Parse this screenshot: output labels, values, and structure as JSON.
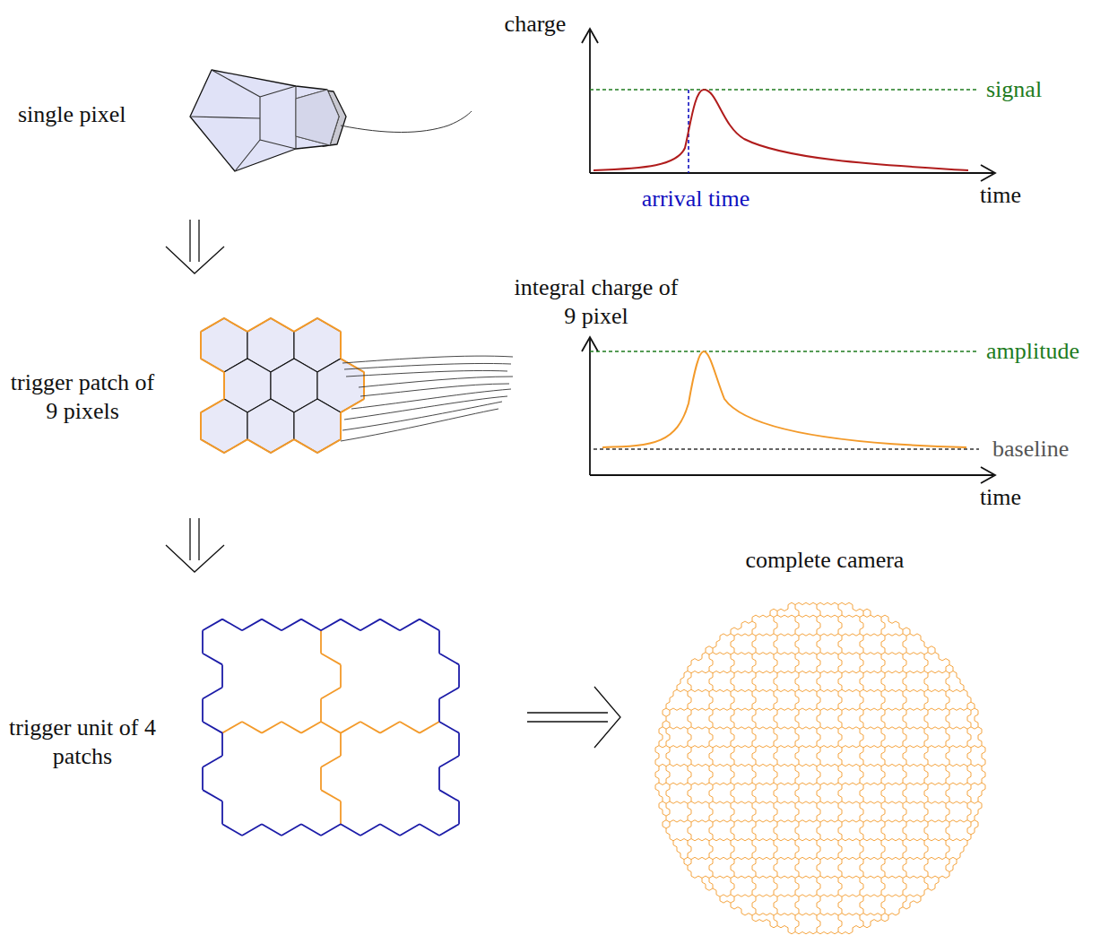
{
  "diagram": {
    "labels": [
      "charge",
      "signal",
      "time",
      "arrival time",
      "single pixel",
      "integral charge of 9 pixel",
      "amplitude",
      "baseline",
      "time",
      "trigger patch of 9 pixels",
      "complete camera",
      "trigger unit of 4 patchs"
    ]
  }
}
